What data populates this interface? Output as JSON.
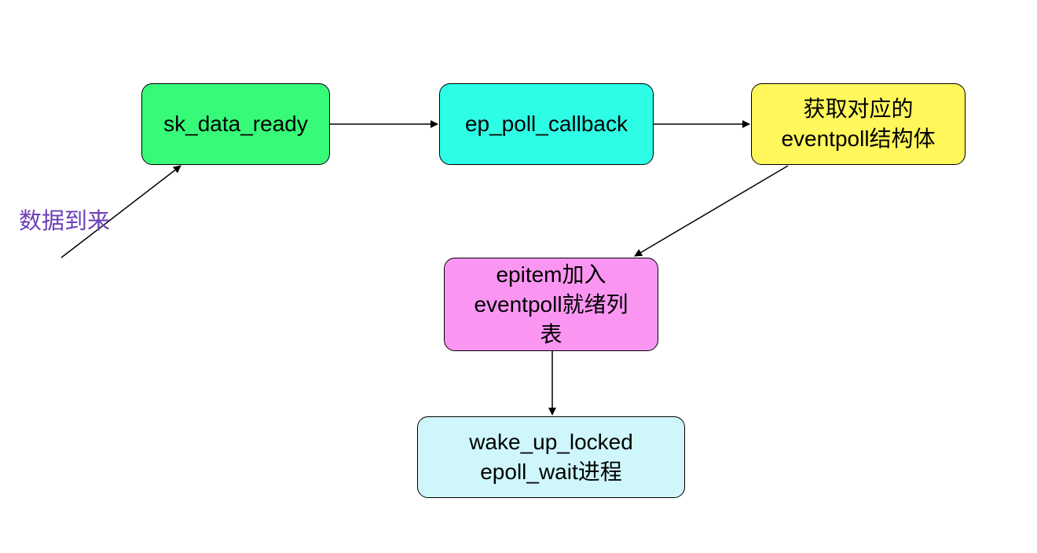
{
  "colors": {
    "sk_data_ready": "#37fa78",
    "ep_poll_callback": "#2efde6",
    "get_eventpoll": "#fff75c",
    "add_to_ready_list": "#fa96f2",
    "wake_up": "#cef6fb",
    "trigger_label": "#6d3fb8",
    "edge": "#000000"
  },
  "trigger": {
    "label": "数据到来"
  },
  "nodes": {
    "sk_data_ready": "sk_data_ready",
    "ep_poll_callback": "ep_poll_callback",
    "get_eventpoll": "获取对应的\neventpoll结构体",
    "add_to_ready_list": "epitem加入\neventpoll就绪列\n表",
    "wake_up": "wake_up_locked\nepoll_wait进程"
  }
}
